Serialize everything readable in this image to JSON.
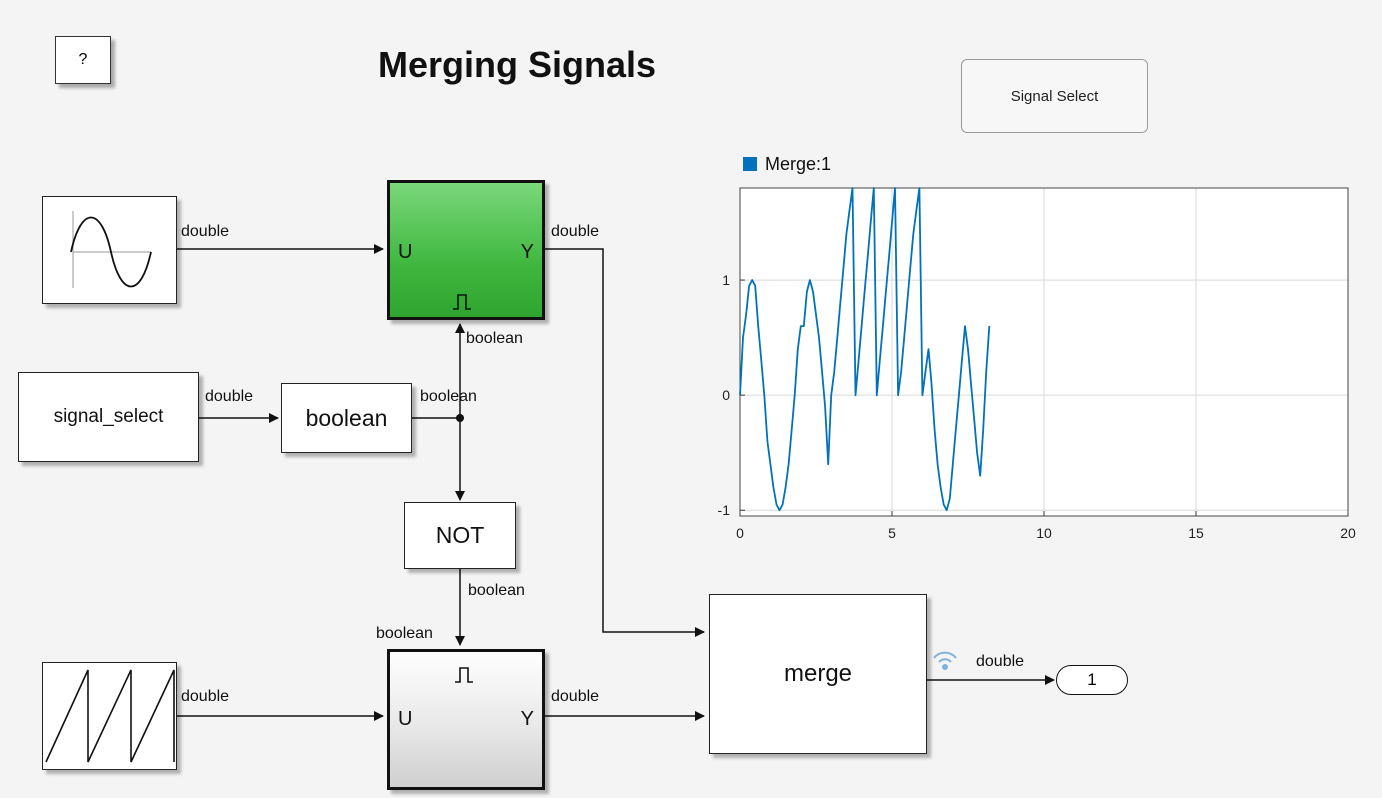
{
  "title": "Merging Signals",
  "help_button": "?",
  "signal_select_button": "Signal Select",
  "blocks": {
    "sine_source": {
      "icon": "sine-wave-icon"
    },
    "sawtooth_source": {
      "icon": "sawtooth-wave-icon"
    },
    "signal_select": {
      "label": "signal_select"
    },
    "boolean_convert": {
      "label": "boolean"
    },
    "not_gate": {
      "label": "NOT"
    },
    "merge": {
      "label": "merge"
    },
    "outport": {
      "label": "1"
    },
    "enabled_subsystem_top": {
      "in_port": "U",
      "out_port": "Y",
      "icon": "⎍"
    },
    "enabled_subsystem_bottom": {
      "in_port": "U",
      "out_port": "Y",
      "icon": "⎍"
    }
  },
  "signal_labels": {
    "sine_out": "double",
    "sub_top_out": "double",
    "sub_top_enable": "boolean",
    "signal_select_out": "double",
    "boolean_out": "boolean",
    "not_out": "boolean",
    "sub_bottom_enable": "boolean",
    "sawtooth_out": "double",
    "sub_bottom_out": "double",
    "merge_out": "double"
  },
  "colors": {
    "series": "#0072bd",
    "green_subsystem": "#40b840",
    "background": "#f4f4f4"
  },
  "chart_data": {
    "type": "line",
    "legend": [
      "Merge:1"
    ],
    "legend_placement": "top-left",
    "grid": true,
    "xlim": [
      0,
      20
    ],
    "ylim": [
      -1.05,
      1.8
    ],
    "xticks": [
      "0",
      "5",
      "10",
      "15",
      "20"
    ],
    "yticks": [
      "-1",
      "0",
      "1"
    ],
    "series": [
      {
        "name": "Merge:1",
        "x": [
          0,
          0.1,
          0.2,
          0.3,
          0.4,
          0.5,
          0.6,
          0.7,
          0.8,
          0.9,
          1.0,
          1.1,
          1.2,
          1.3,
          1.4,
          1.5,
          1.6,
          1.7,
          1.8,
          1.9,
          2.0,
          2.1,
          2.2,
          2.3,
          2.4,
          2.5,
          2.6,
          2.7,
          2.8,
          2.9,
          3.0,
          3.1,
          3.2,
          3.3,
          3.4,
          3.5,
          3.6,
          3.7,
          3.8,
          3.9,
          4.0,
          4.1,
          4.2,
          4.3,
          4.4,
          4.5,
          4.6,
          4.7,
          4.8,
          4.9,
          5.0,
          5.1,
          5.2,
          5.3,
          5.4,
          5.5,
          5.6,
          5.7,
          5.8,
          5.9,
          6.0,
          6.1,
          6.2,
          6.3,
          6.4,
          6.5,
          6.6,
          6.7,
          6.8,
          6.9,
          7.0,
          7.1,
          7.2,
          7.3,
          7.4,
          7.5,
          7.6,
          7.7,
          7.8,
          7.9,
          8.0,
          8.1,
          8.2
        ],
        "y": [
          0,
          0.5,
          0.7,
          0.95,
          1.0,
          0.95,
          0.6,
          0.3,
          0,
          -0.4,
          -0.6,
          -0.8,
          -0.95,
          -1.0,
          -0.95,
          -0.8,
          -0.6,
          -0.3,
          0,
          0.4,
          0.6,
          0.6,
          0.9,
          1.0,
          0.9,
          0.7,
          0.5,
          0.2,
          -0.1,
          -0.6,
          0,
          0.2,
          0.5,
          0.8,
          1.1,
          1.4,
          1.6,
          1.8,
          0,
          0.3,
          0.6,
          0.9,
          1.2,
          1.5,
          1.8,
          0,
          0.3,
          0.6,
          0.9,
          1.2,
          1.5,
          1.8,
          0,
          0.2,
          0.5,
          0.8,
          1.1,
          1.4,
          1.6,
          1.8,
          0,
          0.2,
          0.4,
          0.1,
          -0.3,
          -0.6,
          -0.8,
          -0.95,
          -1.0,
          -0.9,
          -0.6,
          -0.3,
          0,
          0.3,
          0.6,
          0.4,
          0.1,
          -0.2,
          -0.5,
          -0.7,
          -0.3,
          0.2,
          0.6
        ]
      }
    ]
  }
}
